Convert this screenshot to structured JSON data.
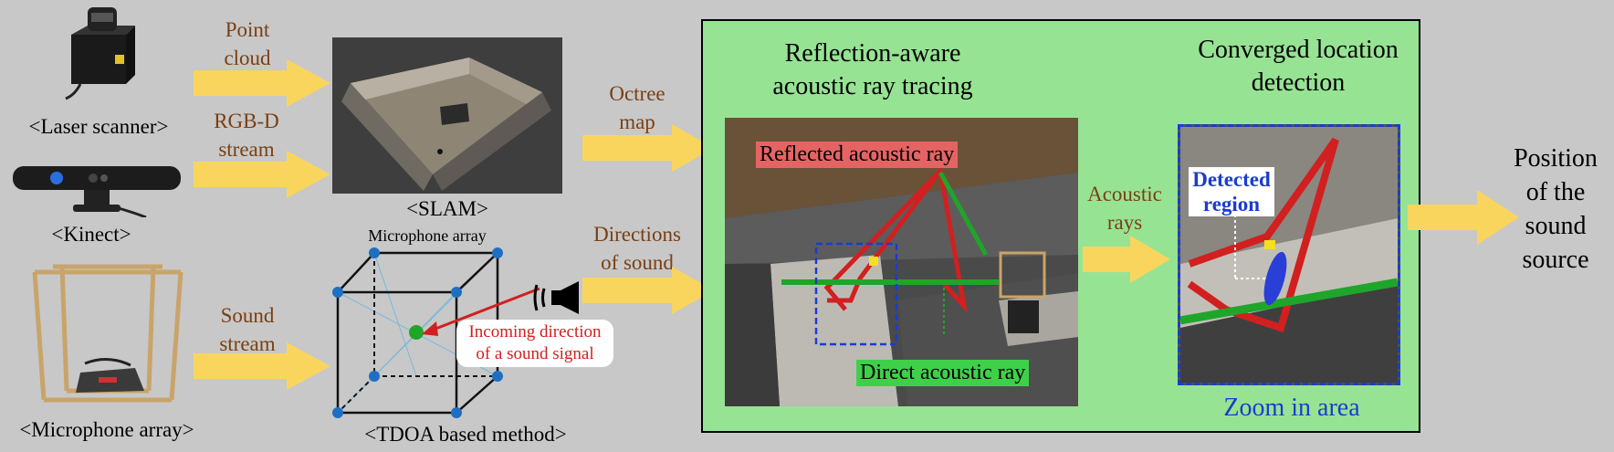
{
  "sensors": {
    "laser_scanner": "<Laser scanner>",
    "kinect": "<Kinect>",
    "mic_array": "<Microphone array>"
  },
  "streams": {
    "point_cloud": [
      "Point",
      "cloud"
    ],
    "rgbd": [
      "RGB-D",
      "stream"
    ],
    "sound": [
      "Sound",
      "stream"
    ]
  },
  "slam": {
    "label": "<SLAM>"
  },
  "tdoa": {
    "label": "<TDOA based method>",
    "mic_array_label": "Microphone array",
    "incoming": [
      "Incoming direction",
      "of a sound signal"
    ]
  },
  "octree": [
    "Octree",
    "map"
  ],
  "directions": [
    "Directions",
    "of sound"
  ],
  "ray_tracing": {
    "title": [
      "Reflection-aware",
      "acoustic ray tracing"
    ],
    "reflected": "Reflected acoustic ray",
    "direct": "Direct acoustic ray"
  },
  "acoustic_rays": [
    "Acoustic",
    "rays"
  ],
  "detection": {
    "title": [
      "Converged location",
      "detection"
    ],
    "detected_region": [
      "Detected",
      "region"
    ],
    "zoom": "Zoom in area"
  },
  "output": [
    "Position",
    "of the",
    "sound",
    "source"
  ],
  "colors": {
    "arrow": "#f9d55e",
    "panel": "#97e394",
    "brown_text": "#7a3f12",
    "reflected_ray": "#d21f1f",
    "direct_ray": "#1fa52a",
    "zoom_box": "#1a3ccf"
  }
}
